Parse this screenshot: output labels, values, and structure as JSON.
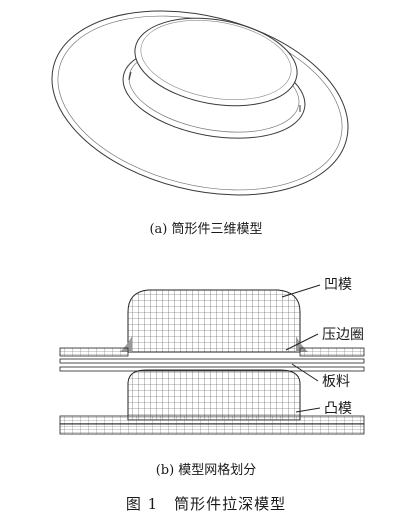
{
  "figure": {
    "subcaption_a": "(a) 筒形件三维模型",
    "subcaption_b": "(b) 模型网格划分",
    "caption": "图 1　筒形件拉深模型"
  },
  "labels": {
    "die": "凹模",
    "blank_holder": "压边圈",
    "sheet": "板料",
    "punch": "凸模"
  }
}
